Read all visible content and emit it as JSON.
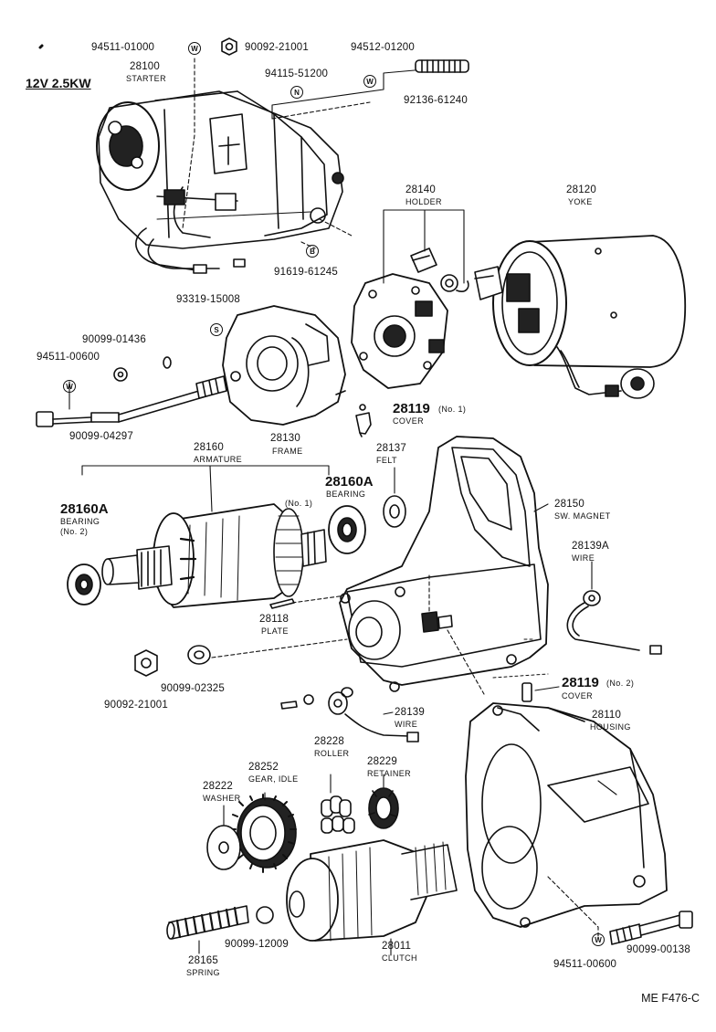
{
  "diagram_title": "12V 2.5KW",
  "figure_code": "ME F476-C",
  "parts": {
    "p94511_01000": "94511-01000",
    "p90092_21001_top": "90092-21001",
    "p94512_01200": "94512-01200",
    "p28100": "28100",
    "n28100": "STARTER",
    "p94115_51200": "94115-51200",
    "p92136_61240": "92136-61240",
    "p91619_61245": "91619-61245",
    "p28140": "28140",
    "n28140": "HOLDER",
    "p28120": "28120",
    "n28120": "YOKE",
    "p93319_15008": "93319-15008",
    "p90099_01436": "90099-01436",
    "p94511_00600_left": "94511-00600",
    "p90099_04297": "90099-04297",
    "p28130": "28130",
    "n28130": "FRAME",
    "p28119_1": "28119",
    "q28119_1": "(No. 1)",
    "n28119_1": "COVER",
    "p28160": "28160",
    "n28160": "ARMATURE",
    "p28160A_1": "28160A",
    "n28160A_1": "BEARING",
    "q28160A_1": "(No. 1)",
    "p28137": "28137",
    "n28137": "FELT",
    "p28150": "28150",
    "n28150": "SW. MAGNET",
    "p28160A_2": "28160A",
    "n28160A_2": "BEARING",
    "q28160A_2": "(No. 2)",
    "p28139A": "28139A",
    "n28139A": "WIRE",
    "p28118": "28118",
    "n28118": "PLATE",
    "p90092_21001_mid": "90092-21001",
    "p90099_02325": "90099-02325",
    "p28119_2": "28119",
    "q28119_2": "(No. 2)",
    "n28119_2": "COVER",
    "p28139": "28139",
    "n28139": "WIRE",
    "p28110": "28110",
    "n28110": "HOUSING",
    "p28228": "28228",
    "n28228": "ROLLER",
    "p28229": "28229",
    "n28229": "RETAINER",
    "p28252": "28252",
    "n28252": "GEAR, IDLE",
    "p28222": "28222",
    "n28222": "WASHER",
    "p28165": "28165",
    "n28165": "SPRING",
    "p90099_12009": "90099-12009",
    "p28011": "28011",
    "n28011": "CLUTCH",
    "p90099_00138": "90099-00138",
    "p94511_00600_bot": "94511-00600"
  },
  "markers": {
    "w": "W",
    "n": "N",
    "b": "B",
    "s": "S"
  }
}
